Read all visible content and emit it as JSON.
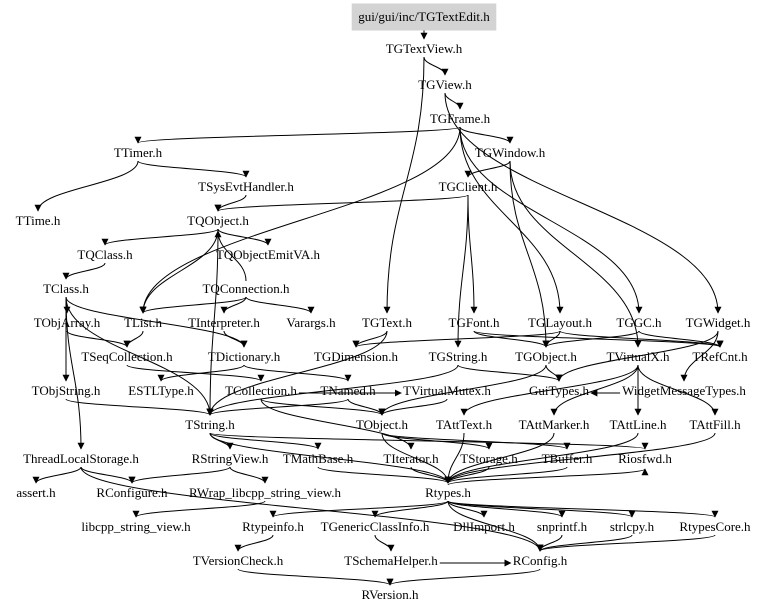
{
  "diagram": {
    "type": "include-dependency-graph",
    "root": "gui/gui/inc/TGTextEdit.h",
    "nodes": [
      {
        "id": "root",
        "label": "gui/gui/inc/TGTextEdit.h"
      },
      {
        "id": "tgtextview",
        "label": "TGTextView.h"
      },
      {
        "id": "tgview",
        "label": "TGView.h"
      },
      {
        "id": "tgframe",
        "label": "TGFrame.h"
      },
      {
        "id": "ttimer",
        "label": "TTimer.h"
      },
      {
        "id": "tgwindow",
        "label": "TGWindow.h"
      },
      {
        "id": "tsysevt",
        "label": "TSysEvtHandler.h"
      },
      {
        "id": "tgclient",
        "label": "TGClient.h"
      },
      {
        "id": "ttime",
        "label": "TTime.h"
      },
      {
        "id": "tqobject",
        "label": "TQObject.h"
      },
      {
        "id": "tqclass",
        "label": "TQClass.h"
      },
      {
        "id": "tqemit",
        "label": "TQObjectEmitVA.h"
      },
      {
        "id": "tclass",
        "label": "TClass.h"
      },
      {
        "id": "tqconn",
        "label": "TQConnection.h"
      },
      {
        "id": "tobjarray",
        "label": "TObjArray.h"
      },
      {
        "id": "tlist",
        "label": "TList.h"
      },
      {
        "id": "tinterp",
        "label": "TInterpreter.h"
      },
      {
        "id": "varargs",
        "label": "Varargs.h"
      },
      {
        "id": "tgtext",
        "label": "TGText.h"
      },
      {
        "id": "tgfont",
        "label": "TGFont.h"
      },
      {
        "id": "tglayout",
        "label": "TGLayout.h"
      },
      {
        "id": "tggc",
        "label": "TGGC.h"
      },
      {
        "id": "tgwidget",
        "label": "TGWidget.h"
      },
      {
        "id": "tseqcoll",
        "label": "TSeqCollection.h"
      },
      {
        "id": "tdict",
        "label": "TDictionary.h"
      },
      {
        "id": "tgdim",
        "label": "TGDimension.h"
      },
      {
        "id": "tgstring",
        "label": "TGString.h"
      },
      {
        "id": "tgobject",
        "label": "TGObject.h"
      },
      {
        "id": "tvirtx",
        "label": "TVirtualX.h"
      },
      {
        "id": "trefcnt",
        "label": "TRefCnt.h"
      },
      {
        "id": "tobjstring",
        "label": "TObjString.h"
      },
      {
        "id": "estl",
        "label": "ESTLType.h"
      },
      {
        "id": "tcoll",
        "label": "TCollection.h"
      },
      {
        "id": "tnamed",
        "label": "TNamed.h"
      },
      {
        "id": "tvirtmutex",
        "label": "TVirtualMutex.h"
      },
      {
        "id": "guitypes",
        "label": "GuiTypes.h"
      },
      {
        "id": "widgetmsg",
        "label": "WidgetMessageTypes.h"
      },
      {
        "id": "tstring",
        "label": "TString.h"
      },
      {
        "id": "tobject",
        "label": "TObject.h"
      },
      {
        "id": "tatttext",
        "label": "TAttText.h"
      },
      {
        "id": "tattmarker",
        "label": "TAttMarker.h"
      },
      {
        "id": "tattline",
        "label": "TAttLine.h"
      },
      {
        "id": "tattfill",
        "label": "TAttFill.h"
      },
      {
        "id": "tls",
        "label": "ThreadLocalStorage.h"
      },
      {
        "id": "rstringview",
        "label": "RStringView.h"
      },
      {
        "id": "tmathbase",
        "label": "TMathBase.h"
      },
      {
        "id": "titer",
        "label": "TIterator.h"
      },
      {
        "id": "tstorage",
        "label": "TStorage.h"
      },
      {
        "id": "tbuffer",
        "label": "TBuffer.h"
      },
      {
        "id": "riosfwd",
        "label": "Riosfwd.h"
      },
      {
        "id": "assert",
        "label": "assert.h"
      },
      {
        "id": "rconfigure",
        "label": "RConfigure.h"
      },
      {
        "id": "rwrap",
        "label": "RWrap_libcpp_string_view.h"
      },
      {
        "id": "rtypes",
        "label": "Rtypes.h"
      },
      {
        "id": "libcpp",
        "label": "libcpp_string_view.h"
      },
      {
        "id": "rtypeinfo",
        "label": "Rtypeinfo.h"
      },
      {
        "id": "tgenclass",
        "label": "TGenericClassInfo.h"
      },
      {
        "id": "dllimport",
        "label": "DllImport.h"
      },
      {
        "id": "snprintf",
        "label": "snprintf.h"
      },
      {
        "id": "strlcpy",
        "label": "strlcpy.h"
      },
      {
        "id": "rtypescore",
        "label": "RtypesCore.h"
      },
      {
        "id": "tversion",
        "label": "TVersionCheck.h"
      },
      {
        "id": "tschema",
        "label": "TSchemaHelper.h"
      },
      {
        "id": "rconfig",
        "label": "RConfig.h"
      },
      {
        "id": "rversion",
        "label": "RVersion.h"
      }
    ],
    "edges": [
      [
        "root",
        "tgtextview"
      ],
      [
        "tgtextview",
        "tgview"
      ],
      [
        "tgtextview",
        "tgtext"
      ],
      [
        "tgview",
        "tgframe"
      ],
      [
        "tgview",
        "tgwidget"
      ],
      [
        "tgframe",
        "ttimer"
      ],
      [
        "tgframe",
        "tgwindow"
      ],
      [
        "tgframe",
        "tglayout"
      ],
      [
        "tgframe",
        "tggc"
      ],
      [
        "tgframe",
        "tlist"
      ],
      [
        "ttimer",
        "tsysevt"
      ],
      [
        "ttimer",
        "ttime"
      ],
      [
        "tgwindow",
        "tgclient"
      ],
      [
        "tgwindow",
        "tgobject"
      ],
      [
        "tgwindow",
        "tvirtx"
      ],
      [
        "tsysevt",
        "tqobject"
      ],
      [
        "tgclient",
        "tqobject"
      ],
      [
        "tgclient",
        "tgstring"
      ],
      [
        "tgclient",
        "tgfont"
      ],
      [
        "tqobject",
        "tqclass"
      ],
      [
        "tqobject",
        "tqemit"
      ],
      [
        "tqobject",
        "tlist"
      ],
      [
        "tqobject",
        "tstring"
      ],
      [
        "tqclass",
        "tclass"
      ],
      [
        "tqconn",
        "tqobject"
      ],
      [
        "tqconn",
        "tlist"
      ],
      [
        "tqconn",
        "tinterp"
      ],
      [
        "tqconn",
        "varargs"
      ],
      [
        "tclass",
        "tobjarray"
      ],
      [
        "tclass",
        "tdict"
      ],
      [
        "tclass",
        "tobjstring"
      ],
      [
        "tclass",
        "tls"
      ],
      [
        "tclass",
        "tstring"
      ],
      [
        "tobjarray",
        "tseqcoll"
      ],
      [
        "tlist",
        "tseqcoll"
      ],
      [
        "tinterp",
        "tdict"
      ],
      [
        "tgtext",
        "tgdim"
      ],
      [
        "tgtext",
        "tstring"
      ],
      [
        "tgfont",
        "tgobject"
      ],
      [
        "tgfont",
        "trefcnt"
      ],
      [
        "tglayout",
        "tgdim"
      ],
      [
        "tglayout",
        "tgobject"
      ],
      [
        "tglayout",
        "trefcnt"
      ],
      [
        "tggc",
        "tgobject"
      ],
      [
        "tggc",
        "trefcnt"
      ],
      [
        "tgwidget",
        "widgetmsg"
      ],
      [
        "tgwidget",
        "guitypes"
      ],
      [
        "tseqcoll",
        "tcoll"
      ],
      [
        "tdict",
        "tnamed"
      ],
      [
        "tdict",
        "estl"
      ],
      [
        "tgstring",
        "tstring"
      ],
      [
        "tgstring",
        "guitypes"
      ],
      [
        "tgobject",
        "tobject"
      ],
      [
        "tgobject",
        "guitypes"
      ],
      [
        "tvirtx",
        "tatttext"
      ],
      [
        "tvirtx",
        "tattline"
      ],
      [
        "tvirtx",
        "tattfill"
      ],
      [
        "tvirtx",
        "tattmarker"
      ],
      [
        "tobjstring",
        "tstring"
      ],
      [
        "tcoll",
        "tobject"
      ],
      [
        "tcoll",
        "titer"
      ],
      [
        "tcoll",
        "tvirtmutex"
      ],
      [
        "tnamed",
        "tobject"
      ],
      [
        "tnamed",
        "tstring"
      ],
      [
        "tvirtmutex",
        "tobject"
      ],
      [
        "widgetmsg",
        "guitypes"
      ],
      [
        "tstring",
        "tmathbase"
      ],
      [
        "tstring",
        "rstringview"
      ],
      [
        "tstring",
        "riosfwd"
      ],
      [
        "tstring",
        "rtypes"
      ],
      [
        "tobject",
        "tstorage"
      ],
      [
        "tobject",
        "tbuffer"
      ],
      [
        "tobject",
        "rtypes"
      ],
      [
        "tatttext",
        "rtypes"
      ],
      [
        "tattmarker",
        "rtypes"
      ],
      [
        "tattline",
        "rtypes"
      ],
      [
        "tattfill",
        "rtypes"
      ],
      [
        "tls",
        "rconfigure"
      ],
      [
        "tls",
        "assert"
      ],
      [
        "tls",
        "rconfig"
      ],
      [
        "rstringview",
        "rconfigure"
      ],
      [
        "rstringview",
        "rwrap"
      ],
      [
        "rwrap",
        "libcpp"
      ],
      [
        "tmathbase",
        "rtypes"
      ],
      [
        "titer",
        "rtypes"
      ],
      [
        "tstorage",
        "rtypes"
      ],
      [
        "tbuffer",
        "rtypes"
      ],
      [
        "rtypes",
        "rtypeinfo"
      ],
      [
        "rtypes",
        "tgenclass"
      ],
      [
        "rtypes",
        "dllimport"
      ],
      [
        "rtypes",
        "snprintf"
      ],
      [
        "rtypes",
        "strlcpy"
      ],
      [
        "rtypes",
        "rtypescore"
      ],
      [
        "rtypes",
        "rconfig"
      ],
      [
        "rtypes",
        "riosfwd"
      ],
      [
        "tgenclass",
        "tschema"
      ],
      [
        "rtypeinfo",
        "tversion"
      ],
      [
        "rtypescore",
        "rconfig"
      ],
      [
        "strlcpy",
        "rconfig"
      ],
      [
        "snprintf",
        "rconfig"
      ],
      [
        "tversion",
        "rversion"
      ],
      [
        "tschema",
        "rconfig"
      ],
      [
        "rconfig",
        "rversion"
      ]
    ]
  }
}
